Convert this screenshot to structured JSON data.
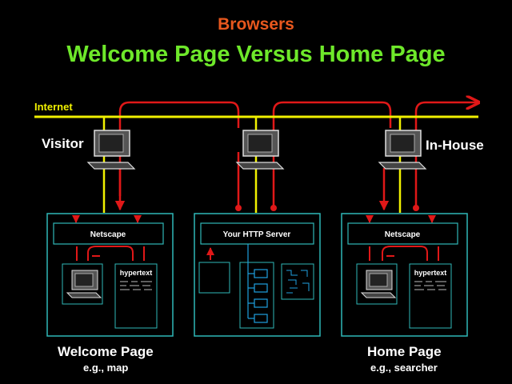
{
  "slide": {
    "pretitle": "Browsers",
    "title": "Welcome Page Versus Home Page"
  },
  "labels": {
    "internet": "Internet",
    "visitor": "Visitor",
    "inhouse": "In-House"
  },
  "boxes": {
    "netscape": "Netscape",
    "hypertext": "hypertext",
    "server": "Your HTTP Server"
  },
  "captions": {
    "welcome": "Welcome Page",
    "welcome_sub": "e.g., map",
    "home": "Home Page",
    "home_sub": "e.g., searcher"
  },
  "colors": {
    "background": "#000000",
    "pretitle": "#e8581e",
    "title": "#6ee82a",
    "internet_line": "#f0f000",
    "flow_arrow": "#e01818",
    "box_border": "#2fb8b8",
    "server_tree": "#1fa0e0"
  },
  "icons": [
    "computer-icon",
    "arrow-icon"
  ]
}
